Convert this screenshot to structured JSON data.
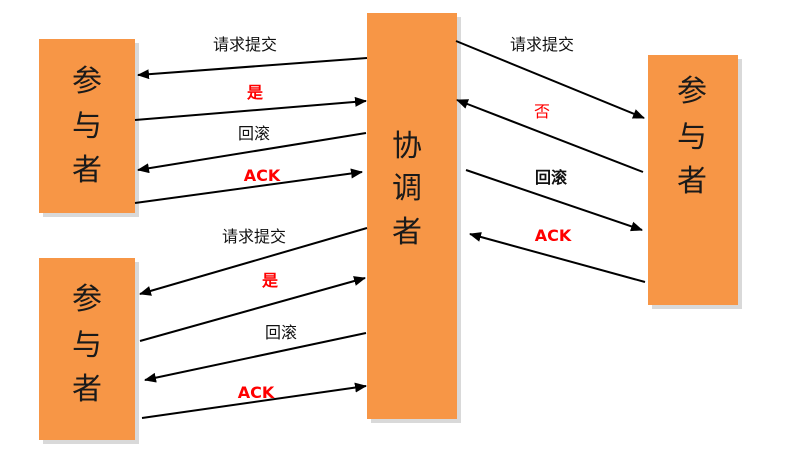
{
  "nodes": {
    "participant_top_left": [
      "参",
      "与",
      "者"
    ],
    "participant_bottom_left": [
      "参",
      "与",
      "者"
    ],
    "coordinator": [
      "协",
      "调",
      "者"
    ],
    "participant_right": [
      "参",
      "与",
      "者"
    ]
  },
  "edges": {
    "tl_request_commit": "请求提交",
    "tl_yes": "是",
    "tl_rollback": "回滚",
    "tl_ack": "ACK",
    "bl_request_commit": "请求提交",
    "bl_yes": "是",
    "bl_rollback": "回滚",
    "bl_ack": "ACK",
    "r_request_commit": "请求提交",
    "r_no": "否",
    "r_rollback": "回滚",
    "r_ack": "ACK"
  },
  "colors": {
    "node_fill": "#f79646",
    "red_label": "#ff0000",
    "arrow": "#000000"
  }
}
